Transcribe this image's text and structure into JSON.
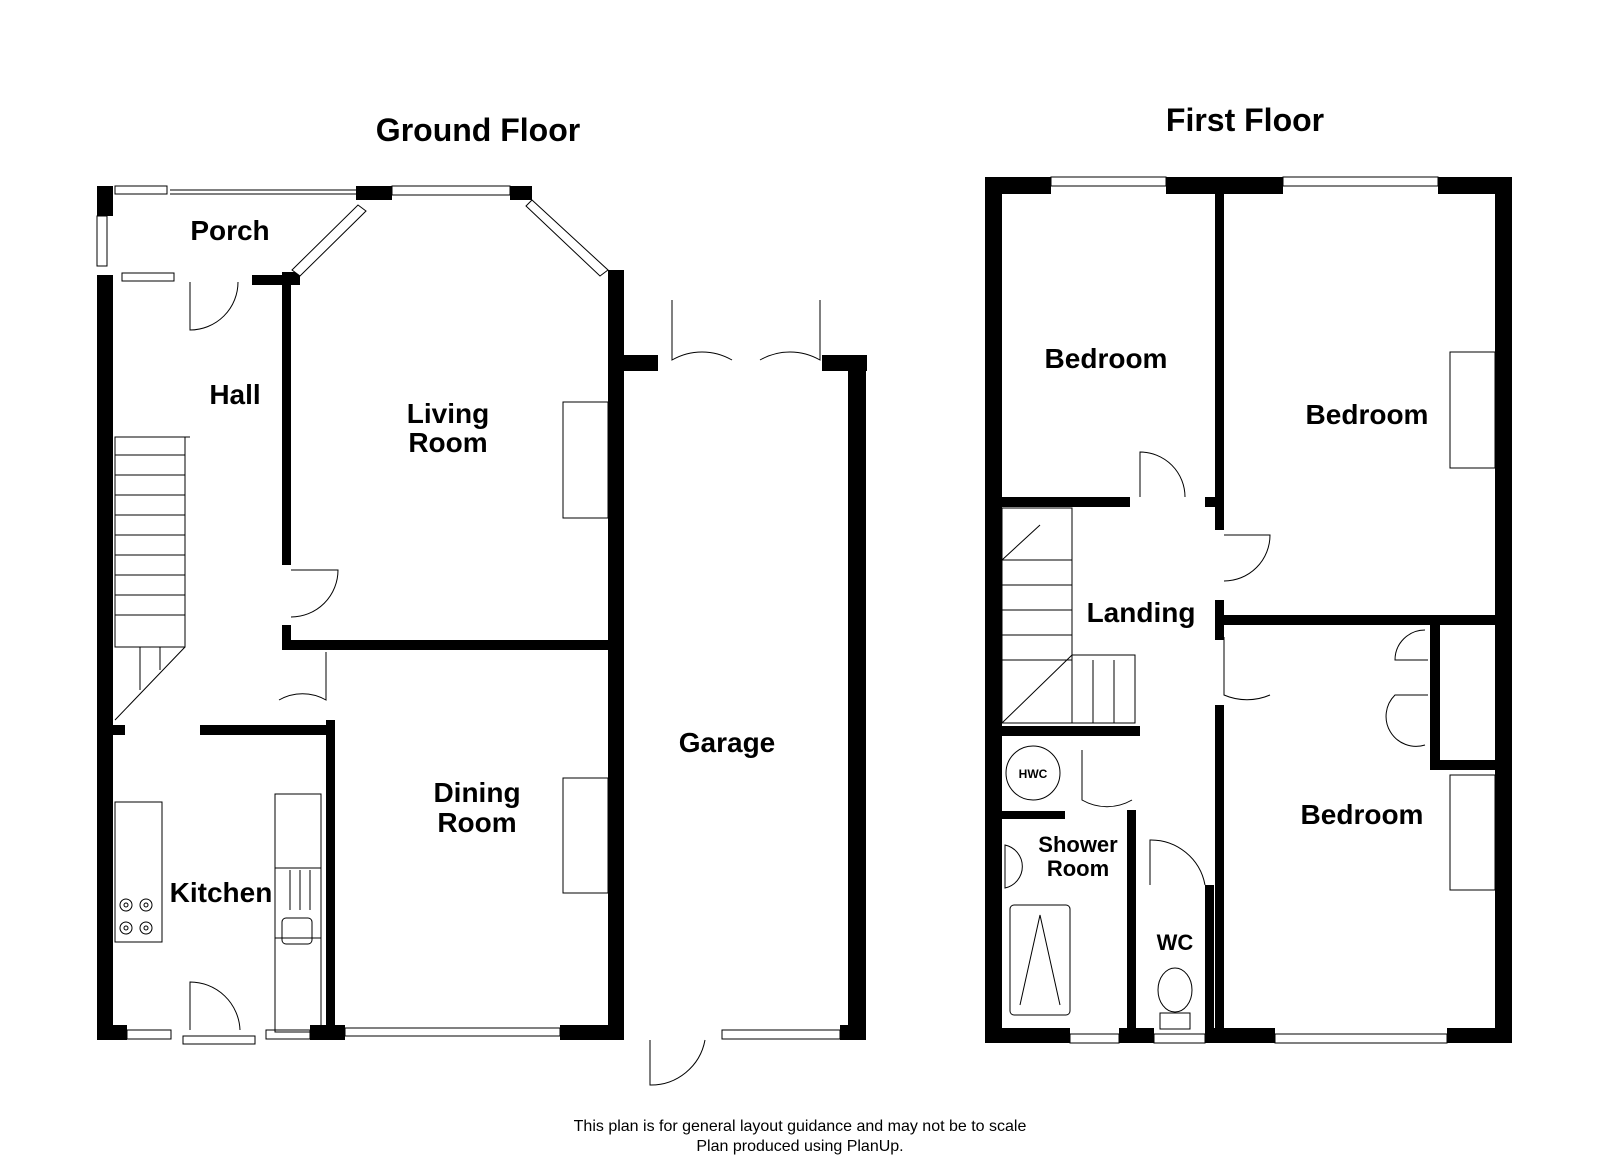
{
  "floors": {
    "ground": {
      "title": "Ground Floor",
      "rooms": {
        "porch": "Porch",
        "hall": "Hall",
        "living_line1": "Living",
        "living_line2": "Room",
        "garage": "Garage",
        "dining_line1": "Dining",
        "dining_line2": "Room",
        "kitchen": "Kitchen"
      }
    },
    "first": {
      "title": "First Floor",
      "rooms": {
        "bedroom_1": "Bedroom",
        "bedroom_2": "Bedroom",
        "bedroom_3": "Bedroom",
        "landing": "Landing",
        "shower_line1": "Shower",
        "shower_line2": "Room",
        "wc": "WC"
      },
      "fixtures": {
        "hwc": "HWC"
      }
    }
  },
  "footer": {
    "line1": "This plan is for general layout guidance and may not be to scale",
    "line2": "Plan produced using PlanUp."
  },
  "colors": {
    "wall": "#000000",
    "background": "#ffffff"
  }
}
